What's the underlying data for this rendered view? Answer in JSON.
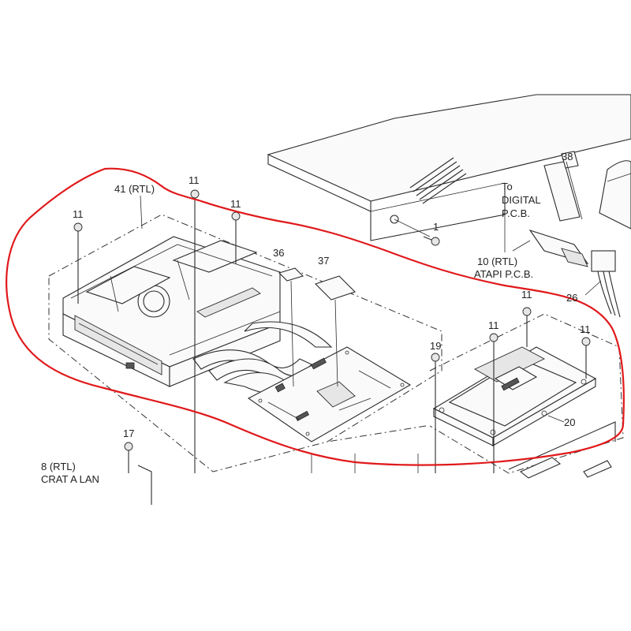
{
  "labels": {
    "l41": "41 (RTL)",
    "l11a": "11",
    "l11b": "11",
    "l11c": "11",
    "l11d": "11",
    "l11e": "11",
    "l11f": "11",
    "l36": "36",
    "l37": "37",
    "l1": "1",
    "l19": "19",
    "l20": "20",
    "l17": "17",
    "l8": "8 (RTL)",
    "l8b": "CRAT A LAN",
    "l26": "26",
    "l10": "10 (RTL)",
    "atapi": "ATAPI P.C.B.",
    "to": "To",
    "digital": "DIGITAL",
    "pcb": "P.C.B.",
    "l38": "38"
  },
  "colors": {
    "highlight": "#e0191b",
    "line": "#2a2a2a"
  }
}
